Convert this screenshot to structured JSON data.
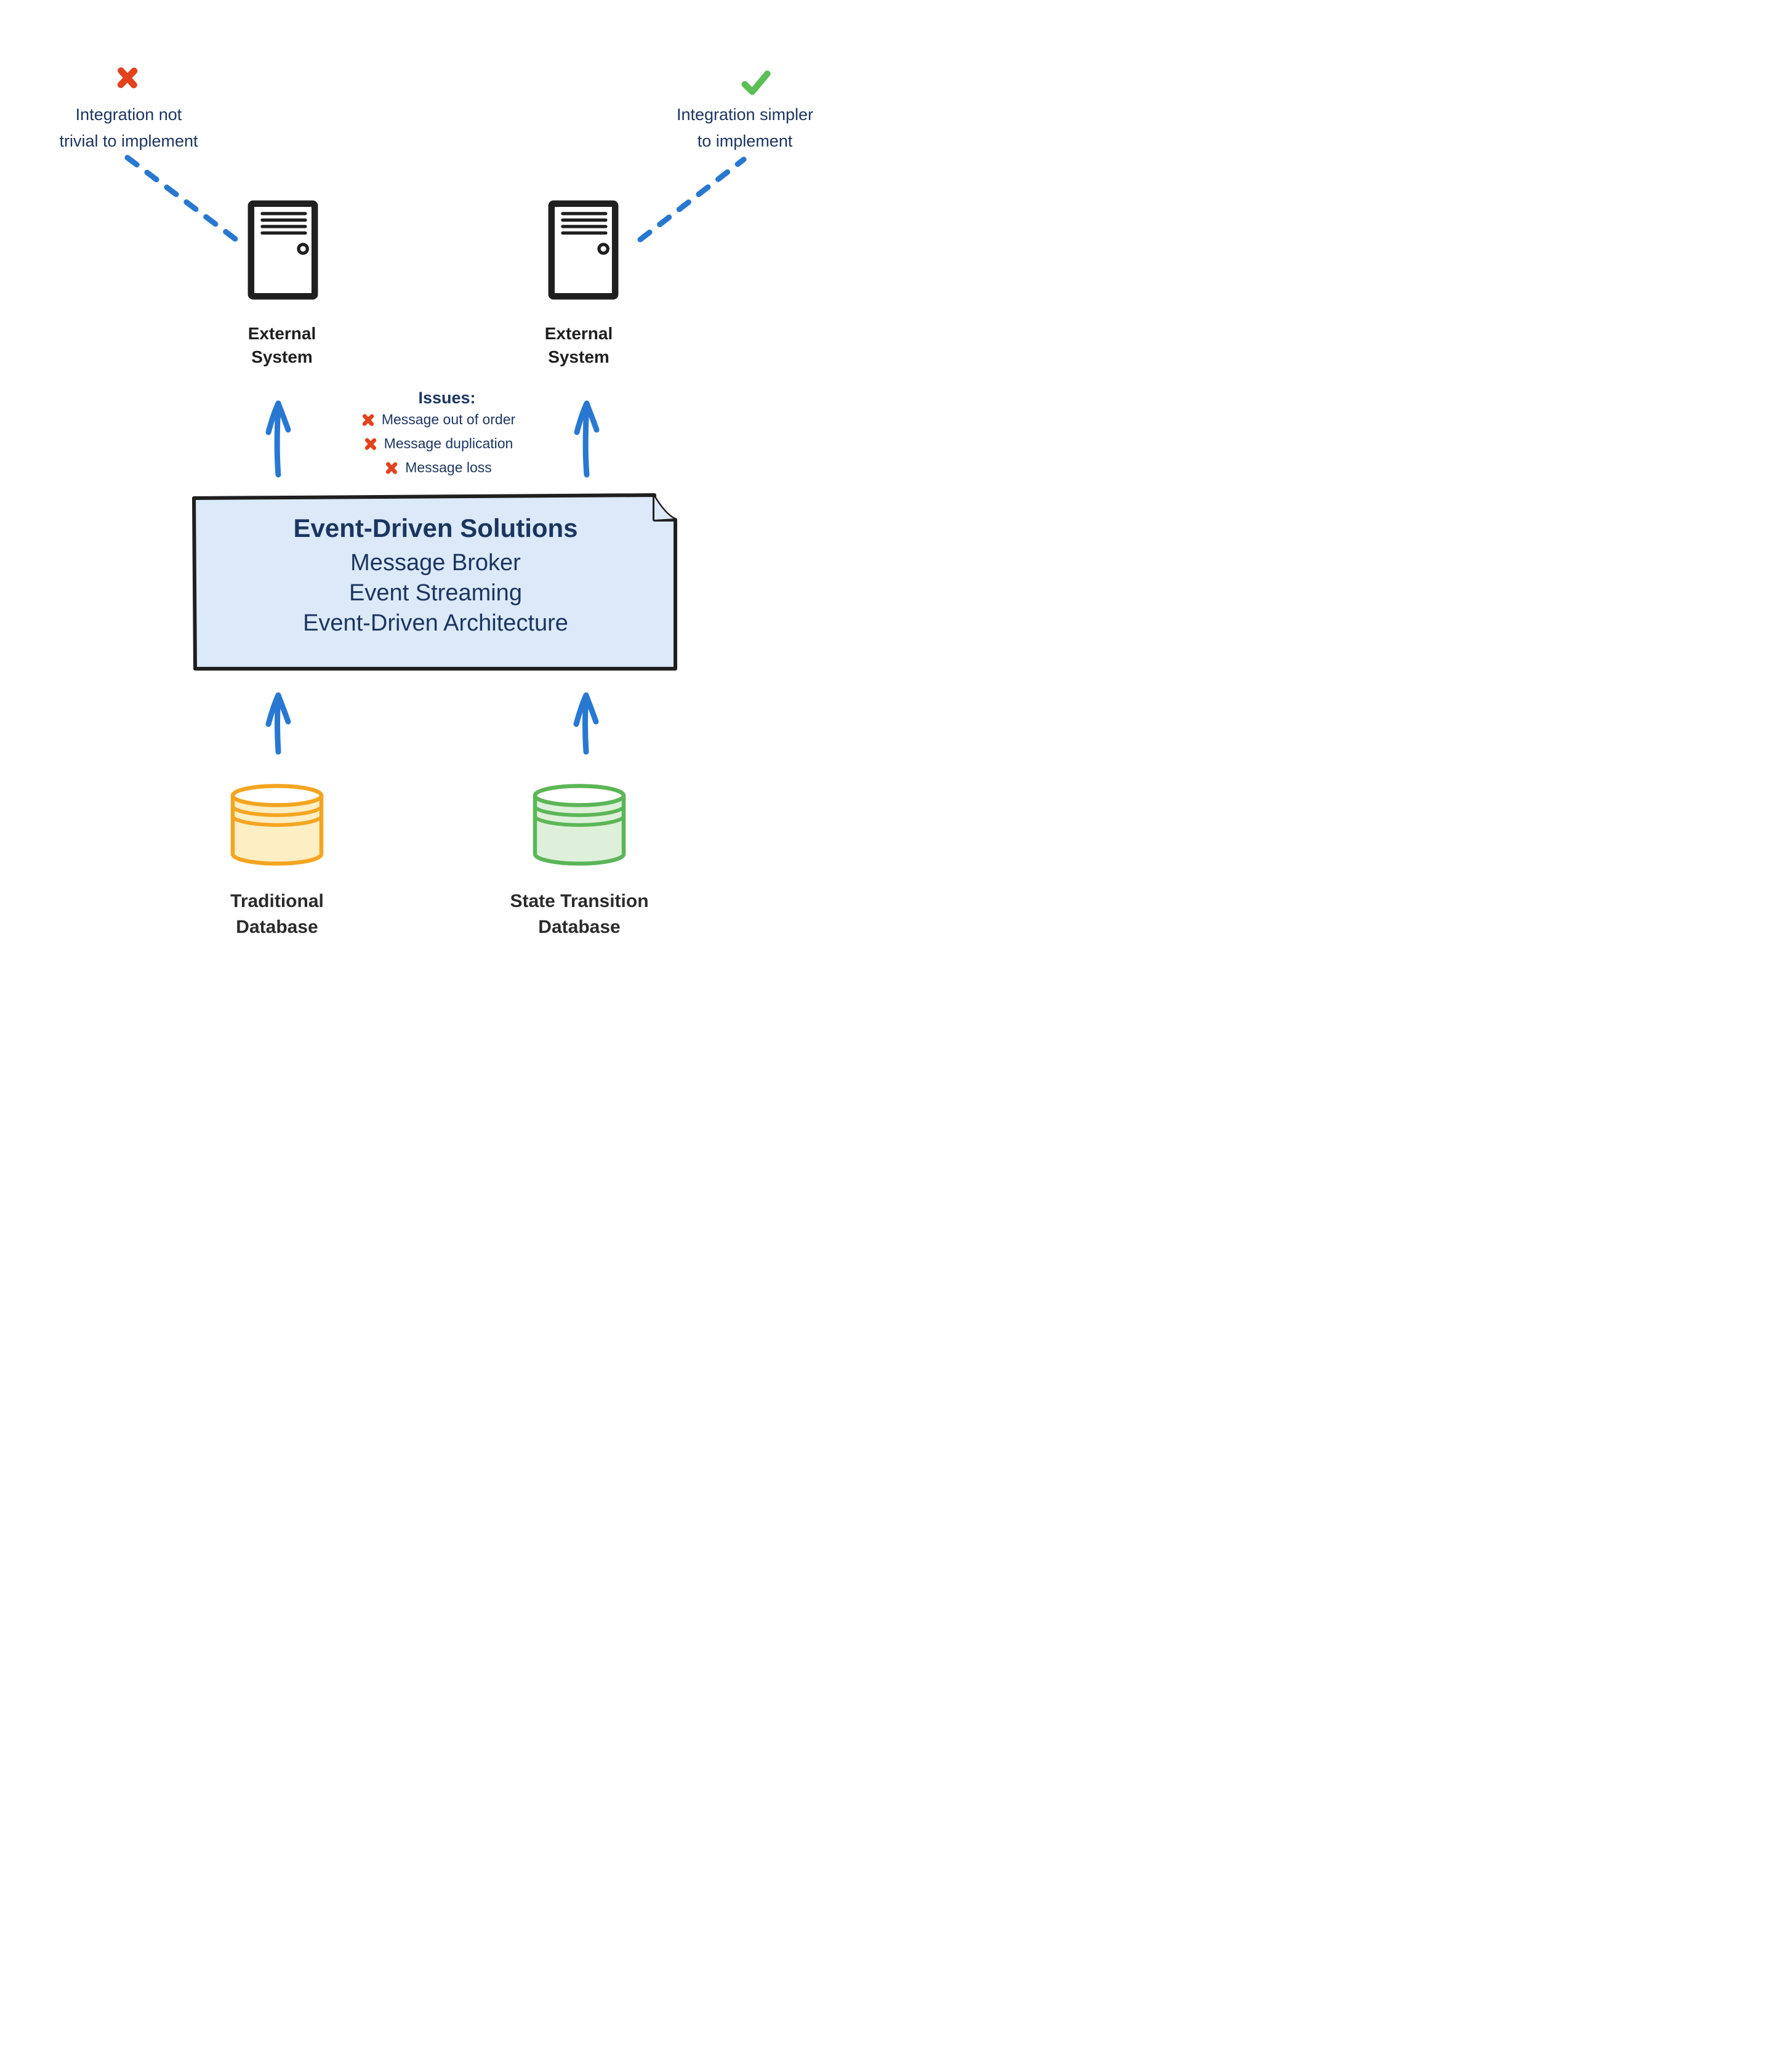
{
  "colors": {
    "navy": "#1b355f",
    "ink": "#1f1f1f",
    "blue": "#2878d2",
    "red": "#e2421d",
    "green": "#5cbe57",
    "note_fill": "#dbe9f9",
    "db_orange_stroke": "#f4a51f",
    "db_orange_fill": "#fdeec3",
    "db_green_stroke": "#5bb657",
    "db_green_fill": "#def0da",
    "label_dark": "#2b2b2b"
  },
  "annotations": {
    "left": {
      "icon": "red-x",
      "lines": [
        "Integration not",
        "trivial to implement"
      ]
    },
    "right": {
      "icon": "green-check",
      "lines": [
        "Integration simpler",
        "to implement"
      ]
    }
  },
  "external_systems": {
    "left": {
      "label_lines": [
        "External",
        "System"
      ]
    },
    "right": {
      "label_lines": [
        "External",
        "System"
      ]
    }
  },
  "issues": {
    "heading": "Issues:",
    "items": [
      "Message out of order",
      "Message duplication",
      "Message loss"
    ]
  },
  "solution_note": {
    "title": "Event-Driven Solutions",
    "lines": [
      "Message Broker",
      "Event Streaming",
      "Event-Driven Architecture"
    ]
  },
  "databases": {
    "left": {
      "label_lines": [
        "Traditional",
        "Database"
      ]
    },
    "right": {
      "label_lines": [
        "State Transition",
        "Database"
      ]
    }
  }
}
